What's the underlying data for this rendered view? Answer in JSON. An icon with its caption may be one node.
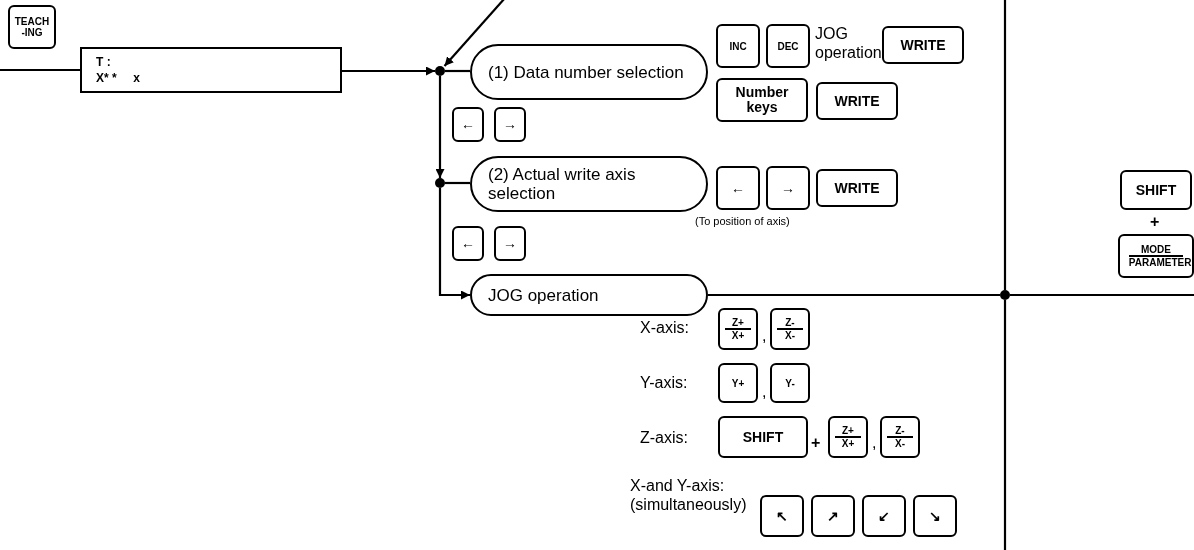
{
  "diagram": {
    "nodes": [
      {
        "text": [
          "TEACH -ING"
        ]
      },
      {
        "text": [
          "T :",
          "X* *     x"
        ]
      },
      {
        "text": [],
        "shape": "circle"
      },
      {
        "text": [
          "(1) Data number selection"
        ]
      },
      {
        "text": [
          "INC"
        ]
      },
      {
        "text": [
          "DEC"
        ]
      },
      {
        "text": [
          "WRITE"
        ]
      },
      {
        "text": [
          "Number keys"
        ]
      },
      {
        "text": [
          "WRITE"
        ]
      },
      {
        "text": [
          "←"
        ]
      },
      {
        "text": [
          "→"
        ]
      },
      {
        "text": [],
        "shape": "circle"
      },
      {
        "text": [
          "(2) Actual write axis selection"
        ]
      },
      {
        "text": [
          "←"
        ]
      },
      {
        "text": [
          "→"
        ]
      },
      {
        "text": [
          "WRITE"
        ]
      },
      {
        "text": [
          "←"
        ]
      },
      {
        "text": [
          "→"
        ]
      },
      {
        "text": [
          "JOG operation"
        ]
      },
      {
        "text": [],
        "shape": "circle"
      },
      {
        "text": [
          "SHIFT"
        ]
      },
      {
        "text": [
          "MODE",
          "PARAMETER"
        ]
      },
      {
        "text": [
          "Z+",
          "X+"
        ]
      },
      {
        "text": [
          "Z-",
          "X-"
        ]
      },
      {
        "text": [
          "Y+"
        ]
      },
      {
        "text": [
          "Y-"
        ]
      },
      {
        "text": [
          "SHIFT"
        ]
      },
      {
        "text": [
          "Z+",
          "X+"
        ]
      },
      {
        "text": [
          "Z-",
          "X-"
        ]
      },
      {
        "text": [
          "↖"
        ]
      },
      {
        "text": [
          "↗"
        ]
      },
      {
        "text": [
          "↙"
        ]
      },
      {
        "text": [
          "↘"
        ]
      }
    ],
    "edges": [
      {
        "from": null,
        "to": 1,
        "arrow": "none"
      },
      {
        "from": 1,
        "to": 2,
        "arrow": "to"
      },
      {
        "from": null,
        "to": 2,
        "arrow": "to"
      },
      {
        "from": 2,
        "to": 3,
        "arrow": "none"
      },
      {
        "from": 2,
        "to": 11,
        "arrow": "to"
      },
      {
        "from": 11,
        "to": 12,
        "arrow": "none"
      },
      {
        "from": 11,
        "to": 18,
        "arrow": "to"
      },
      {
        "from": 18,
        "to": 19,
        "arrow": "none"
      },
      {
        "from": 19,
        "to": null,
        "arrow": "none"
      },
      {
        "from": null,
        "to": 19,
        "arrow": "none"
      },
      {
        "from": 19,
        "to": null,
        "arrow": "none"
      }
    ],
    "labels": [
      "JOG operation",
      "(To position of axis)",
      "+",
      "X-axis:",
      ",",
      "Y-axis:",
      ",",
      "Z-axis:",
      "+",
      ",",
      "X-and Y-axis: (simultaneously)"
    ]
  }
}
